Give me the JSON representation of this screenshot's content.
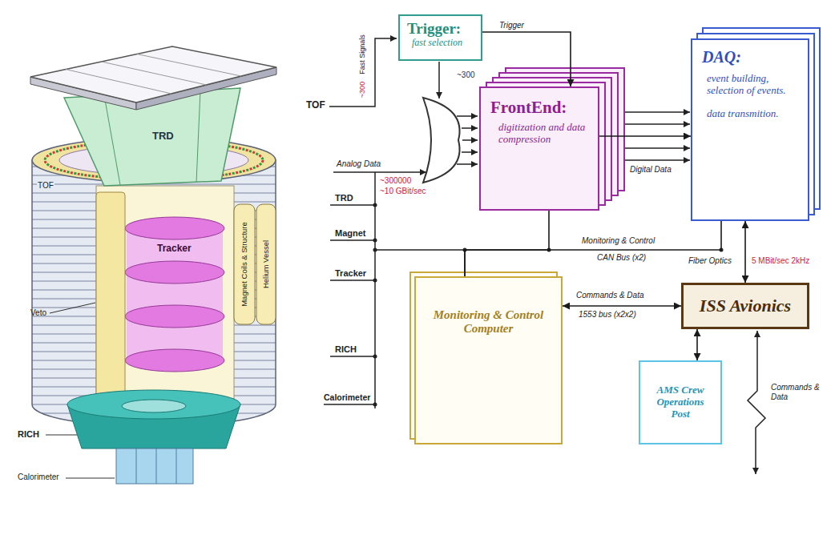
{
  "diagram": {
    "nodes": [
      {
        "text": [
          "Trigger:",
          "fast selection"
        ]
      },
      {
        "text": [
          "FrontEnd:",
          "digitization and data compression"
        ]
      },
      {
        "text": [
          "DAQ:",
          "event building, selection of events.",
          "data transmition."
        ]
      },
      {
        "text": [
          "Monitoring & Control Computer"
        ]
      },
      {
        "text": [
          "ISS Avionics"
        ]
      },
      {
        "text": [
          "AMS Crew Operations Post"
        ]
      }
    ],
    "edges": [
      {
        "from": 0,
        "to": 1,
        "arrow": "to",
        "label": "Trigger"
      },
      {
        "from": 1,
        "to": 2,
        "arrow": "to",
        "label": "Digital Data"
      },
      {
        "from": 3,
        "to": 1,
        "arrow": "none"
      },
      {
        "from": 3,
        "to": 2,
        "arrow": "none",
        "label": "Monitoring & Control"
      },
      {
        "from": 3,
        "to": 4,
        "arrow": "both",
        "label": "Commands & Data"
      },
      {
        "from": 2,
        "to": 4,
        "arrow": "both",
        "label": "Fiber Optics"
      },
      {
        "from": 4,
        "to": 5,
        "arrow": "both"
      }
    ],
    "labels": [
      "Fast Signals",
      "~300",
      "TOF",
      "TRD",
      "TOF",
      "Magnet Coils & Structure",
      "Helium Vessel",
      "Tracker",
      "Veto",
      "RICH",
      "Calorimeter",
      "Analog Data",
      "~300000",
      "~10 GBit/sec",
      "~300",
      "TRD",
      "Magnet",
      "Tracker",
      "RICH",
      "Calorimeter",
      "CAN Bus (x2)",
      "1553 bus (x2x2)",
      "5 MBit/sec 2kHz",
      "Commands & Data"
    ]
  }
}
